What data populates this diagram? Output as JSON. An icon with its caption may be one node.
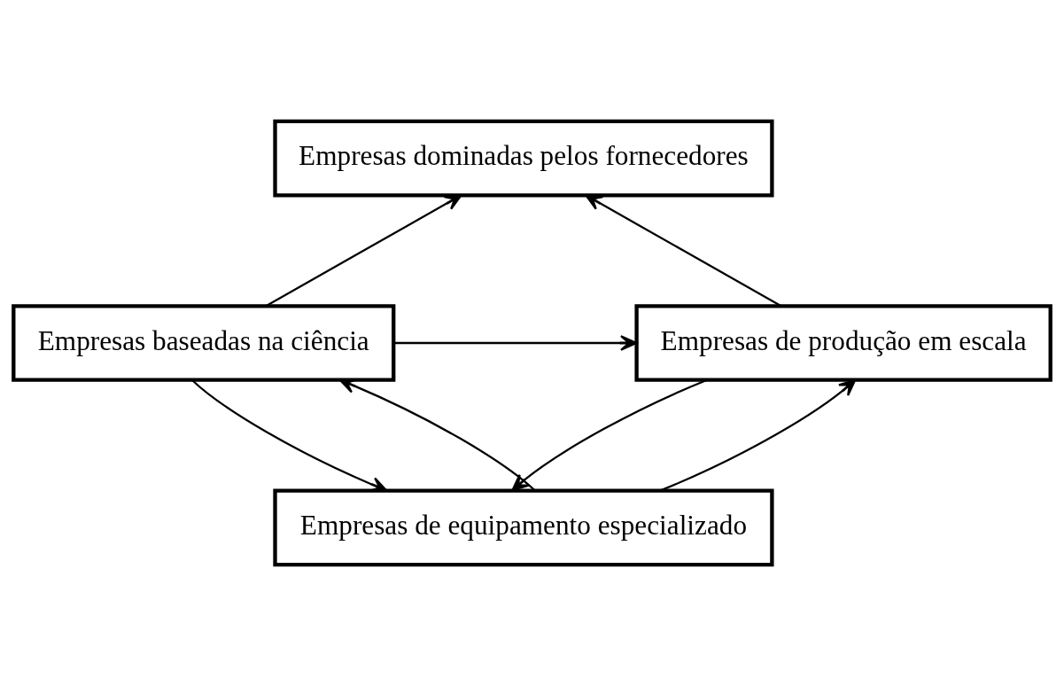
{
  "diagram": {
    "nodes": [
      {
        "text": [
          "Empresas dominadas pelos fornecedores"
        ]
      },
      {
        "text": [
          "Empresas baseadas na ciência"
        ]
      },
      {
        "text": [
          "Empresas de produção em escala"
        ]
      },
      {
        "text": [
          "Empresas de equipamento especializado"
        ]
      }
    ],
    "edges": [
      {
        "from": 1,
        "to": 0,
        "arrow": "to"
      },
      {
        "from": 2,
        "to": 0,
        "arrow": "to"
      },
      {
        "from": 1,
        "to": 2,
        "arrow": "to"
      },
      {
        "from": 1,
        "to": 3,
        "arrow": "to"
      },
      {
        "from": 3,
        "to": 1,
        "arrow": "to"
      },
      {
        "from": 2,
        "to": 3,
        "arrow": "to"
      },
      {
        "from": 3,
        "to": 2,
        "arrow": "to"
      }
    ]
  }
}
